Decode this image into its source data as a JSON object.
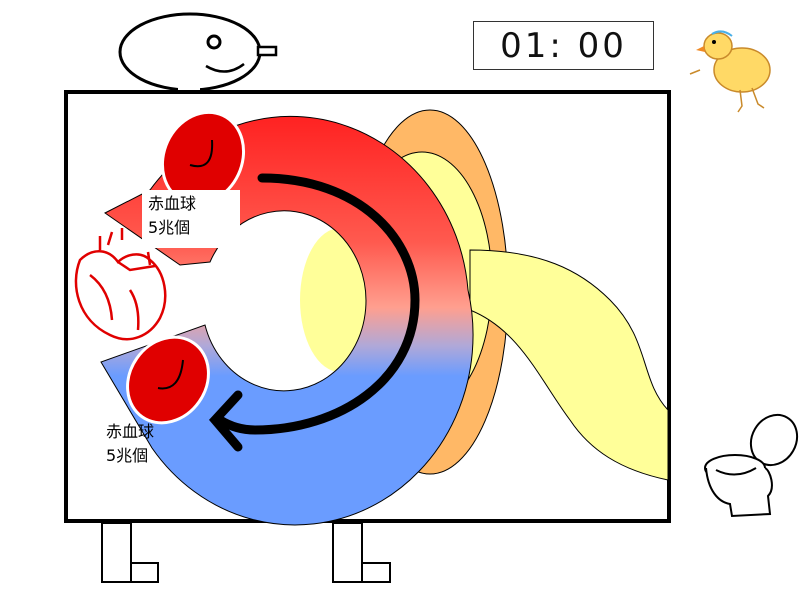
{
  "timer": {
    "text": "01: 00"
  },
  "labels": {
    "top": {
      "line1": "赤血球",
      "line2": "5兆個"
    },
    "bottom": {
      "line1": "赤血球",
      "line2": "5兆個"
    }
  },
  "colors": {
    "top_gradient_start": "#ff2222",
    "top_gradient_end": "#ff9a8a",
    "bottom_color": "#6a9cff",
    "orange_ring": "#ffb866",
    "intestine_yellow": "#ffff99",
    "cell_red": "#e00000",
    "heart_outline": "#e00000",
    "frame_color": "#000000"
  },
  "icons": [
    "mascot-head-icon",
    "chick-icon",
    "heart-icon",
    "toilet-icon",
    "red-blood-cell-icon",
    "circulation-arrow-icon"
  ]
}
